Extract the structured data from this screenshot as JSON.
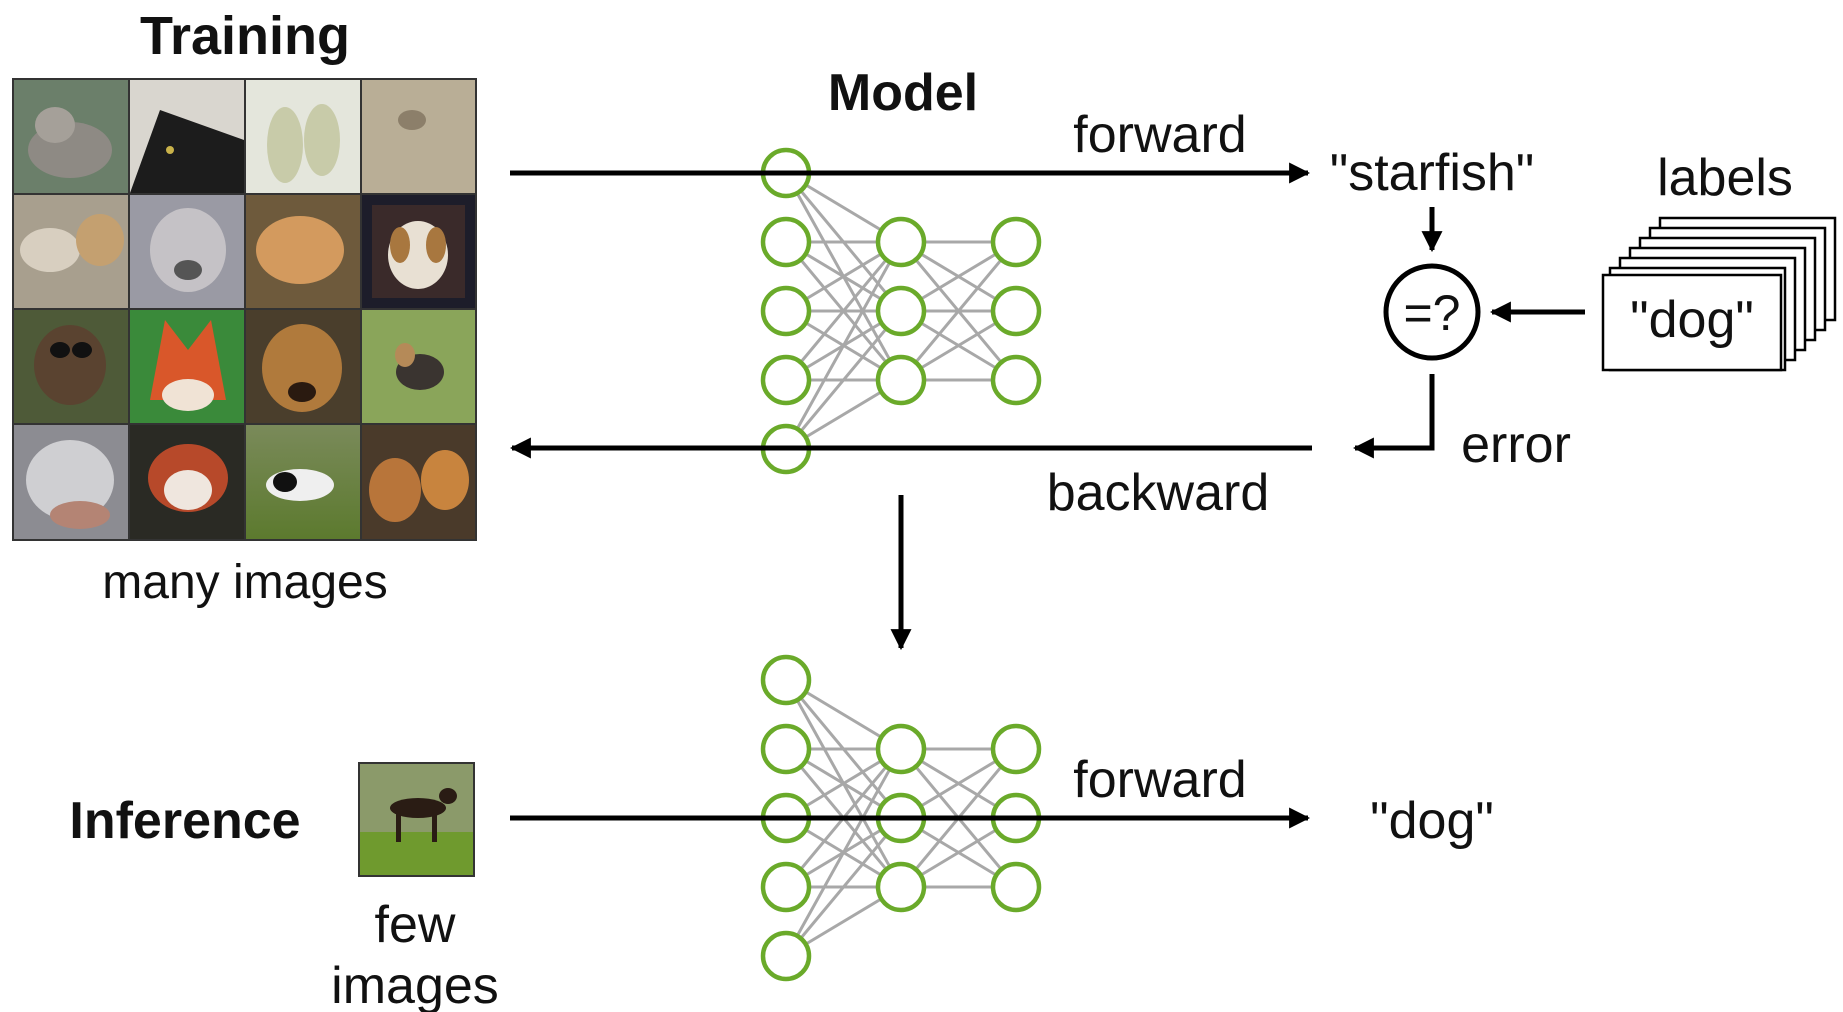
{
  "training": {
    "title": "Training",
    "caption": "many images",
    "tiles": [
      "guinea-pig",
      "black-cat-under-blanket",
      "two-polar-bears",
      "small-dog-on-floor",
      "two-dogs-playing",
      "grey-wolf",
      "fluffy-cat",
      "white-puppy",
      "monkey",
      "red-fox",
      "brown-dog-face",
      "terrier-on-grass",
      "grey-cat",
      "red-panda",
      "black-white-dog-on-grass",
      "two-brown-dogs"
    ]
  },
  "model": {
    "title": "Model"
  },
  "labels_text": {
    "forward": "forward",
    "backward": "backward",
    "prediction": "\"starfish\"",
    "compare": "=?",
    "error": "error",
    "labels_title": "labels",
    "label_card": "\"dog\""
  },
  "inference": {
    "title": "Inference",
    "caption_line1": "few",
    "caption_line2": "images",
    "forward": "forward",
    "output": "\"dog\"",
    "image": "dog-standing-on-grass"
  },
  "colors": {
    "node_stroke": "#6aaa2a",
    "edge": "#a8a8a8",
    "arrow": "#000000",
    "text": "#111111"
  }
}
